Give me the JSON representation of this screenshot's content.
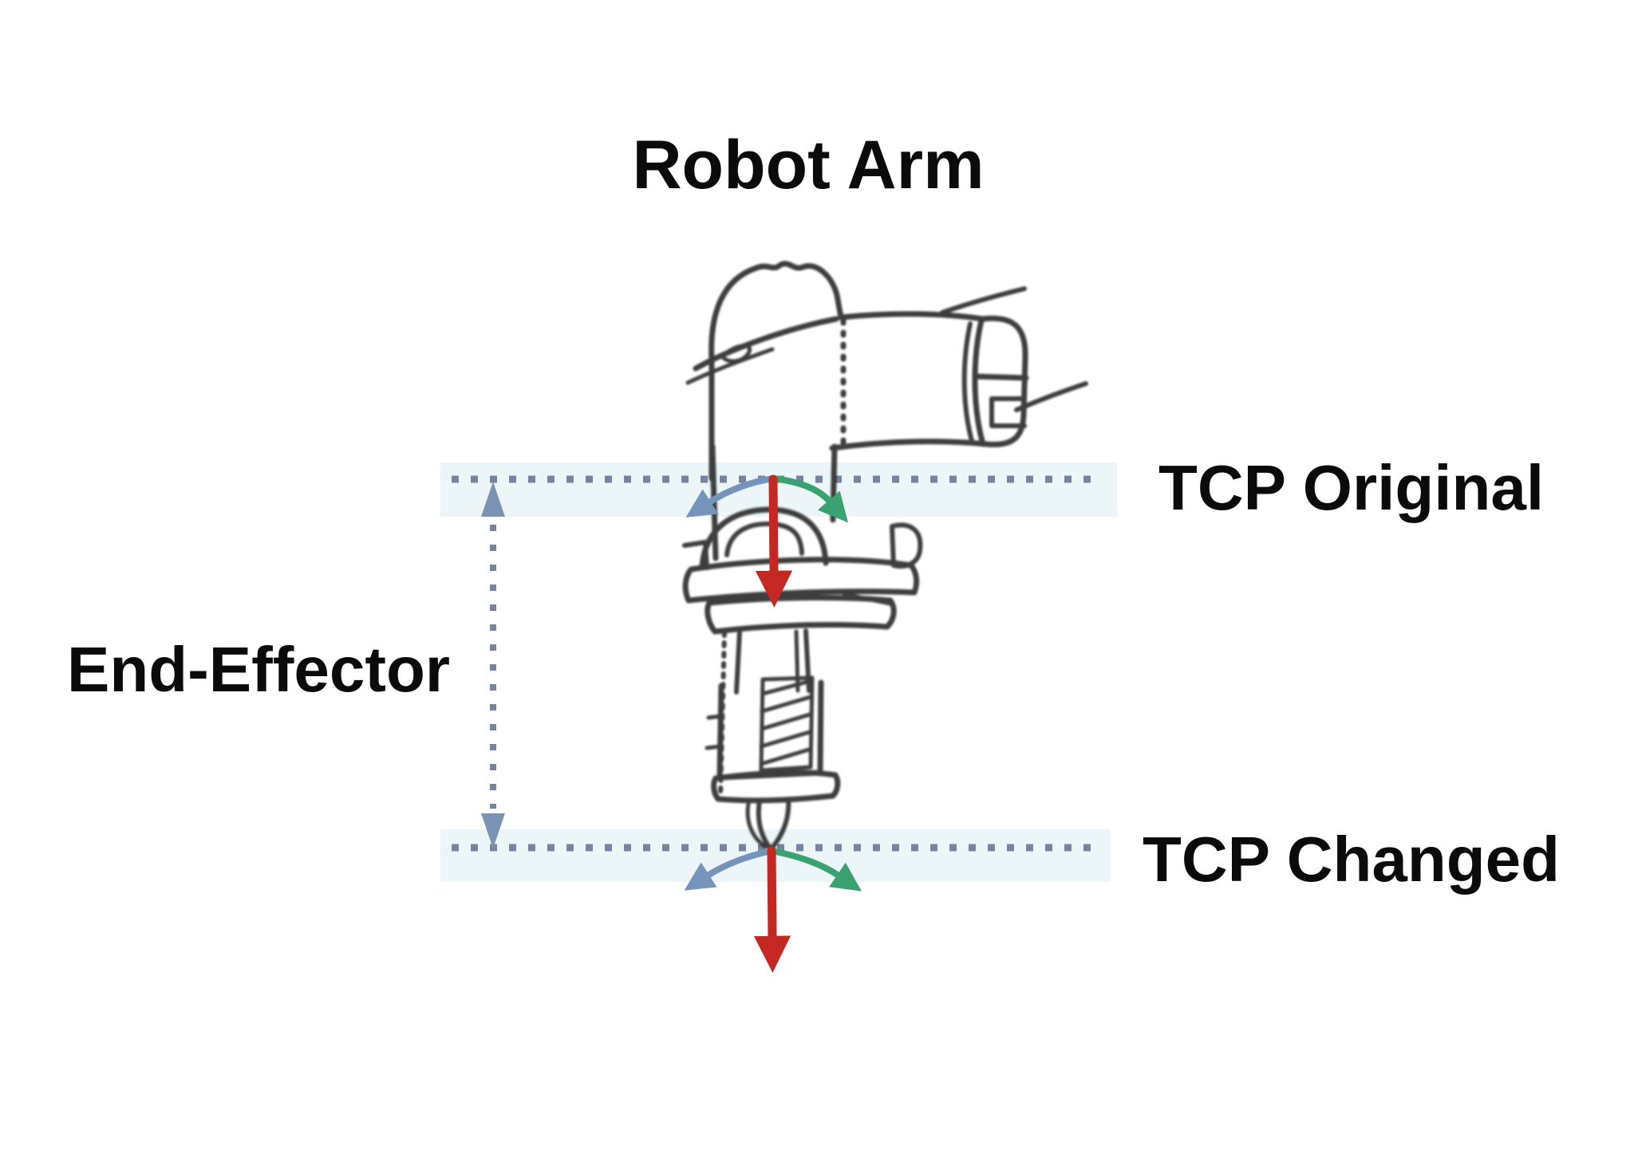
{
  "diagram": {
    "title": "Robot Arm",
    "labels": {
      "tcp_original": "TCP Original",
      "tcp_changed": "TCP Changed",
      "end_effector": "End-Effector"
    },
    "colors": {
      "axis_x_red": "#c32823",
      "axis_y_green": "#3aa170",
      "axis_z_blue": "#7494bc",
      "dotted_reference_line": "#76859d",
      "dimension_arrow": "#7a93b4",
      "sketch_stroke": "#2e2e2e",
      "highlight_band": "#d9edf4",
      "text": "#0b0b0b",
      "background": "#ffffff"
    },
    "icons": {
      "tcp_original_frame": "xyz-axes-triad-icon",
      "tcp_changed_frame": "xyz-axes-triad-icon",
      "end_effector_dimension": "vertical-dotted-double-arrow-icon"
    }
  }
}
